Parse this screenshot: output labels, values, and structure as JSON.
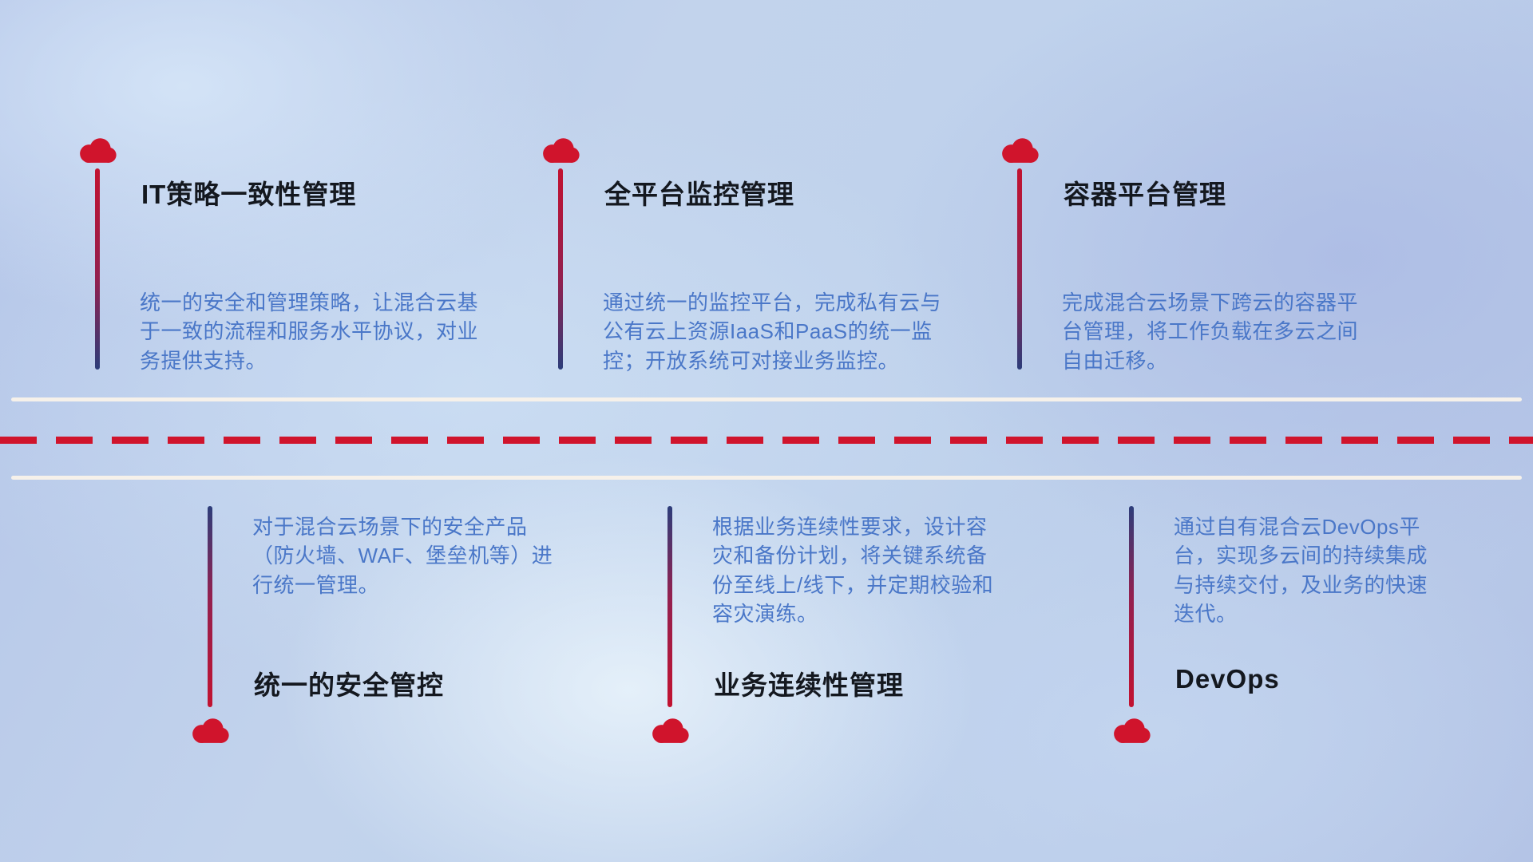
{
  "theme": {
    "accent_red": "#d0142c",
    "line_navy": "#2c3d7a",
    "desc_blue": "#4a77c8",
    "title_black": "#14181f",
    "divider_white": "#f6f1ea",
    "background_blue": "#bccfec"
  },
  "divider": {
    "style": "two solid white lines with red dashed line between"
  },
  "items": [
    {
      "id": "it-policy",
      "position": "top",
      "title": "IT策略一致性管理",
      "desc": "统一的安全和管理策略，让混合云基于一致的流程和服务水平协议，对业务提供支持。"
    },
    {
      "id": "monitoring",
      "position": "top",
      "title": "全平台监控管理",
      "desc": "通过统一的监控平台，完成私有云与公有云上资源IaaS和PaaS的统一监控；开放系统可对接业务监控。"
    },
    {
      "id": "container",
      "position": "top",
      "title": "容器平台管理",
      "desc": "完成混合云场景下跨云的容器平台管理，将工作负载在多云之间自由迁移。"
    },
    {
      "id": "security",
      "position": "bottom",
      "title": "统一的安全管控",
      "desc": "对于混合云场景下的安全产品（防火墙、WAF、堡垒机等）进行统一管理。"
    },
    {
      "id": "continuity",
      "position": "bottom",
      "title": "业务连续性管理",
      "desc": "根据业务连续性要求，设计容灾和备份计划，将关键系统备份至线上/线下，并定期校验和容灾演练。"
    },
    {
      "id": "devops",
      "position": "bottom",
      "title": "DevOps",
      "desc": "通过自有混合云DevOps平台，实现多云间的持续集成与持续交付，及业务的快速迭代。"
    }
  ]
}
